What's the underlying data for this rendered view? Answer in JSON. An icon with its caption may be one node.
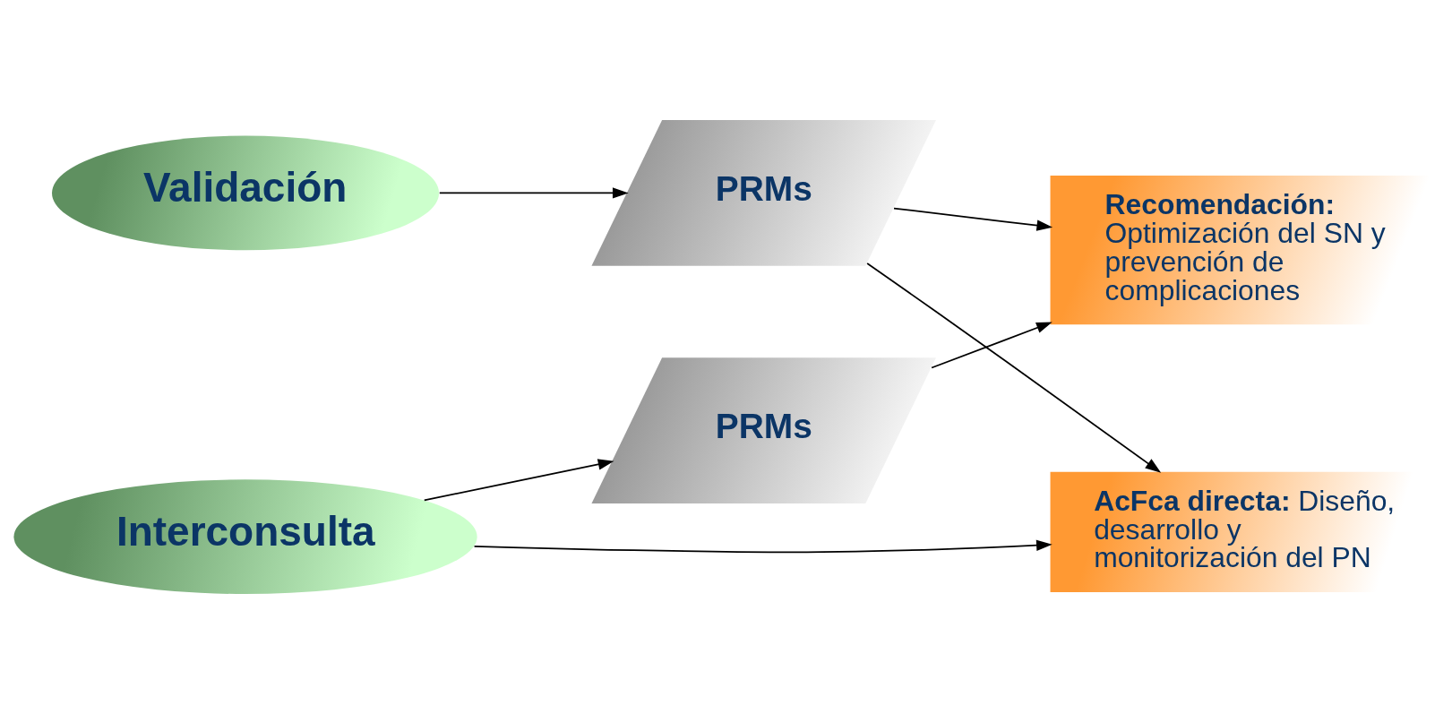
{
  "diagram": {
    "nodes": [
      {
        "text": [
          "Interconsulta"
        ]
      },
      {
        "text": [
          "**AcFca directa:** Diseño, desarrollo y monitorización del PN"
        ]
      },
      {
        "text": [
          "PRMs"
        ]
      },
      {
        "text": [
          "Validación"
        ]
      },
      {
        "text": [
          "PRMs"
        ]
      },
      {
        "text": [
          "**Recomendación:** Optimización del SN y prevención de complicaciones"
        ]
      }
    ],
    "edges": [
      {
        "from": 0,
        "to": 1,
        "arrow": "to"
      },
      {
        "from": 2,
        "to": 1,
        "arrow": "to"
      },
      {
        "from": 3,
        "to": 2,
        "arrow": "to"
      },
      {
        "from": 2,
        "to": 5,
        "arrow": "to"
      },
      {
        "from": 0,
        "to": 4,
        "arrow": "to"
      },
      {
        "from": 4,
        "to": 5,
        "arrow": "to"
      }
    ]
  }
}
